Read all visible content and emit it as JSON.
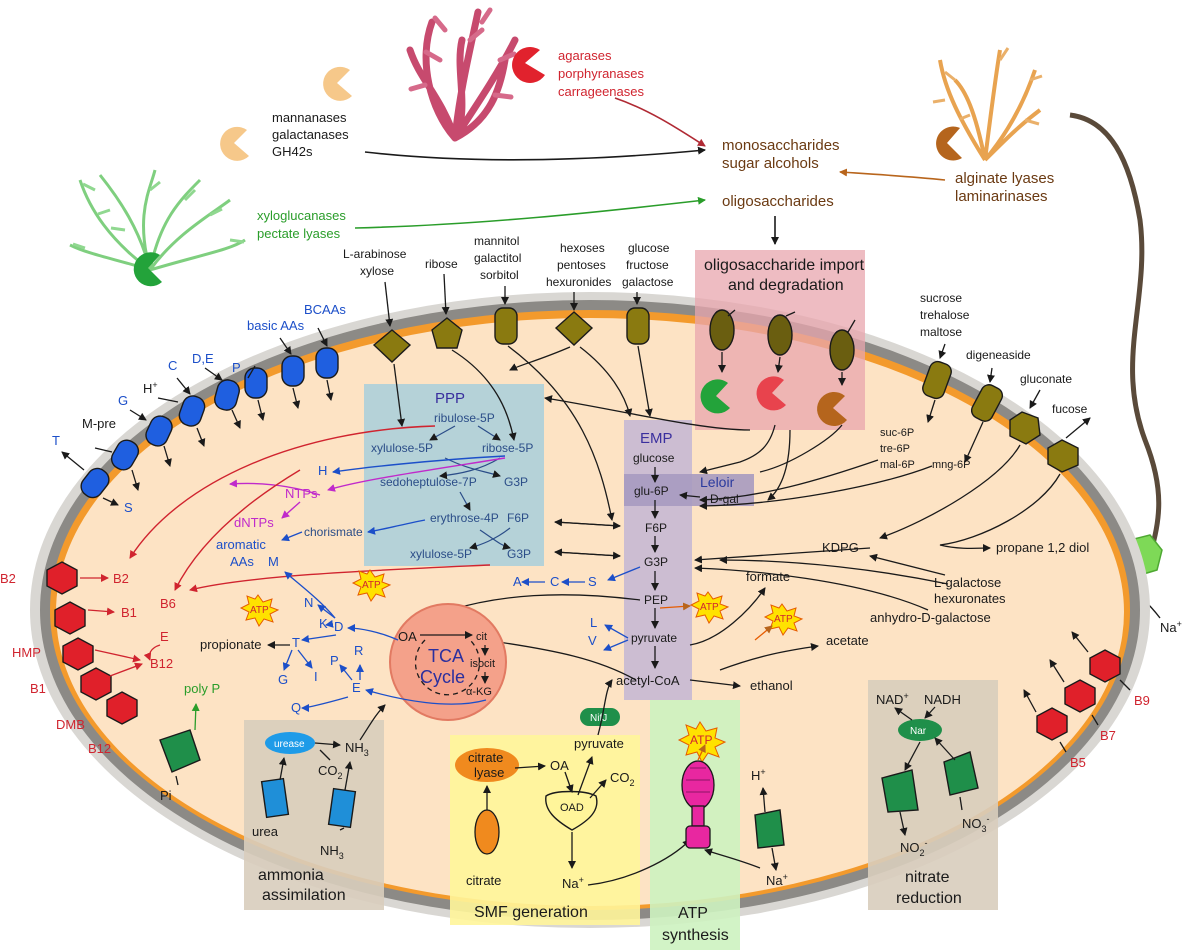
{
  "enzymes": {
    "top_left": [
      "mannanases",
      "galactanases",
      "GH42s"
    ],
    "green": [
      "xyloglucanases",
      "pectate lyases"
    ],
    "red": [
      "agarases",
      "porphyranases",
      "carrageenases"
    ],
    "brown": [
      "alginate lyases",
      "laminarinases"
    ]
  },
  "products": {
    "mono": "monosaccharides",
    "sugar_alcohols": "sugar alcohols",
    "oligo": "oligosaccharides"
  },
  "substrates": {
    "arabinose": [
      "L-arabinose",
      "xylose"
    ],
    "ribose": "ribose",
    "alcohols": [
      "mannitol",
      "galactitol",
      "sorbitol"
    ],
    "hexoses": [
      "hexoses",
      "pentoses",
      "hexuronides"
    ],
    "glucose": [
      "glucose",
      "fructose",
      "galactose"
    ],
    "sucrose": [
      "sucrose",
      "trehalose",
      "maltose"
    ],
    "digeneaside": "digeneaside",
    "gluconate": "gluconate",
    "fucose": "fucose"
  },
  "oligo_box": [
    "oligosaccharide import",
    "and degradation"
  ],
  "amino": {
    "bcaas": "BCAAs",
    "basic": "basic AAs",
    "p": "P",
    "de": "D,E",
    "c": "C",
    "g": "G",
    "h": "H",
    "hplus": "+",
    "mpre": "M-pre",
    "t": "T",
    "s": "S"
  },
  "ppp": {
    "title": "PPP",
    "ribulose": "ribulose-5P",
    "xylulose1": "xylulose-5P",
    "ribose5p": "ribose-5P",
    "sedo": "sedoheptulose-7P",
    "g3p": "G3P",
    "erythrose": "erythrose-4P",
    "f6p": "F6P",
    "xylulose2": "xylulose-5P",
    "g3p2": "G3P"
  },
  "emp": {
    "title": "EMP",
    "glucose": "glucose",
    "glu6p": "glu-6P",
    "f6p": "F6P",
    "g3p": "G3P",
    "pep": "PEP",
    "pyruvate": "pyruvate",
    "acetylcoa": "acetyl-CoA"
  },
  "leloir": {
    "title": "Leloir",
    "dgal": "D-gal"
  },
  "left_metab": {
    "h": "H",
    "ntps": "NTPs",
    "dntps": "dNTPs",
    "chorismate": "chorismate",
    "aromatic": [
      "aromatic",
      "AAs"
    ]
  },
  "vitamins": {
    "b2out": "B2",
    "b2in": "B2",
    "hmp": "HMP",
    "b1in": "B1",
    "b1out": "B1",
    "e": "E",
    "b12in": "B12",
    "dmb": "DMB",
    "b12out": "B12",
    "b6": "B6",
    "b9": "B9",
    "b7": "B7",
    "b5": "B5"
  },
  "tca": {
    "title1": "TCA",
    "title2": "Cycle",
    "oa": "OA",
    "cit": "cit",
    "isocit": "isocit",
    "akg": "α-KG",
    "d": "D",
    "m": "M",
    "n": "N",
    "k": "K",
    "t": "T",
    "g": "G",
    "i": "I",
    "e": "E",
    "p": "P",
    "r": "R",
    "q": "Q",
    "propionate": "propionate"
  },
  "asc": {
    "a": "A",
    "c": "C",
    "s": "S",
    "l": "L",
    "v": "V"
  },
  "right_metab": {
    "suc6p": "suc-6P",
    "tre6p": "tre-6P",
    "mal6p": "mal-6P",
    "mng6p": "mng-6P",
    "kdpg": "KDPG",
    "propane": "propane 1,2 diol",
    "lgal": [
      "L-galactose",
      "hexuronates"
    ],
    "anhydro": "anhydro-D-galactose",
    "formate": "formate",
    "acetate": "acetate",
    "ethanol": "ethanol"
  },
  "atp": "ATP",
  "ammonia": {
    "box": [
      "ammonia",
      "assimilation"
    ],
    "urease": "urease",
    "nh3": "NH",
    "nh3sub": "3",
    "co2": "CO",
    "co2sub": "2",
    "urea": "urea",
    "nh3out": "NH",
    "nh3outsub": "3",
    "pi": "Pi",
    "polyp": "poly P"
  },
  "smf": {
    "box": "SMF generation",
    "citrate_lyase": [
      "citrate",
      "lyase"
    ],
    "oa": "OA",
    "nifj": "NifJ",
    "pyruvate": "pyruvate",
    "co2": "CO",
    "co2sub": "2",
    "oad": "OAD",
    "citrate": "citrate",
    "na": "Na",
    "naplus": "+"
  },
  "atp_box": [
    "ATP",
    "synthesis"
  ],
  "hplus_label": "H",
  "hplus_sup": "+",
  "na_right": "Na",
  "na_right_sup": "+",
  "nitrate": {
    "box": [
      "nitrate",
      "reduction"
    ],
    "nad": "NAD",
    "nadsup": "+",
    "nadh": "NADH",
    "nar": "Nar",
    "no2": "NO",
    "no2sub": "2",
    "no2sup": "-",
    "no3": "NO",
    "no3sub": "3",
    "no3sup": "-"
  },
  "flagellum_na": "Na",
  "flagellum_na_sup": "+",
  "colors": {
    "cytoplasm": "#fde3c4",
    "membrane_orange": "#f39a2c",
    "membrane_grey": "#8c8a86",
    "transporter_blue": "#1f5fe0",
    "transporter_olive": "#8a7a10",
    "transporter_red": "#e0202a",
    "transporter_green": "#1f8f4a",
    "ppp_box": "#a8cfdc",
    "emp_box": "#c7b8d4",
    "oligo_box": "#e8a6ad",
    "tca": "#f4a18a",
    "atp_star": "#ffe200"
  }
}
